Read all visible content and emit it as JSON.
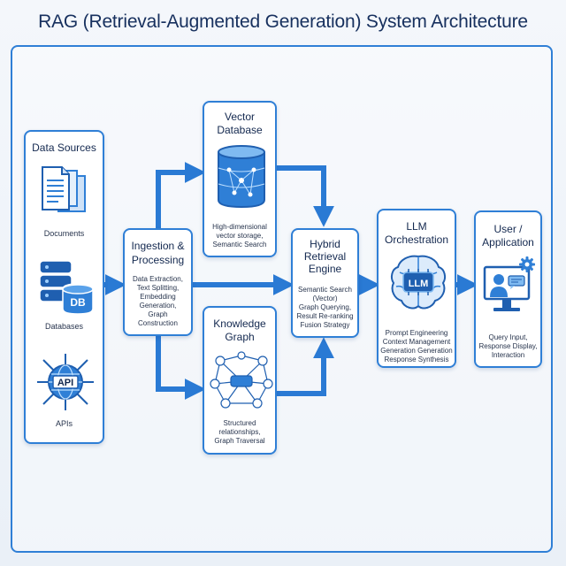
{
  "title": "RAG (Retrieval-Augmented Generation) System Architecture",
  "colors": {
    "accent": "#2f7fd6",
    "arrow": "#2a7ad4",
    "dark": "#13284f",
    "light": "#dcebfb"
  },
  "data_sources": {
    "heading": "Data Sources",
    "documents": "Documents",
    "databases": "Databases",
    "db_badge": "DB",
    "api_badge": "API",
    "apis": "APIs"
  },
  "ingestion": {
    "heading_line1": "Ingestion &",
    "heading_line2": "Processing",
    "desc": [
      "Data Extraction,",
      "Text Splitting,",
      "Embedding",
      "Generation,",
      "Graph",
      "Construction"
    ]
  },
  "vector_db": {
    "heading_line1": "Vector",
    "heading_line2": "Database",
    "desc": [
      "High-dimensional",
      "vector storage,",
      "Semantic Search"
    ]
  },
  "knowledge_graph": {
    "heading_line1": "Knowledge",
    "heading_line2": "Graph",
    "desc": [
      "Structured",
      "relationships,",
      "Graph Traversal"
    ]
  },
  "hybrid": {
    "heading_line1": "Hybrid",
    "heading_line2": "Retrieval",
    "heading_line3": "Engine",
    "desc": [
      "Semantic Search",
      "(Vector)",
      "Graph Querying,",
      "Result Re-ranking",
      "Fusion Strategy"
    ]
  },
  "llm": {
    "heading_line1": "LLM",
    "heading_line2": "Orchestration",
    "chip_label": "LLM",
    "desc": [
      "Prompt Engineering",
      "Context Management",
      "Generation Generation",
      "Response Synthesis"
    ]
  },
  "user": {
    "heading_line1": "User /",
    "heading_line2": "Application",
    "desc": [
      "Query Input,",
      "Response Display,",
      "Interaction"
    ]
  }
}
